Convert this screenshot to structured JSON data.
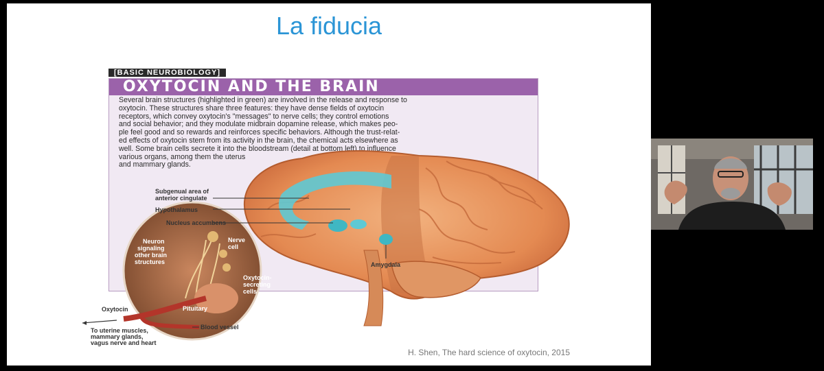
{
  "slide": {
    "title": "La fiducia",
    "caption": "H. Shen,  The hard science of oxytocin, 2015"
  },
  "figure": {
    "tag": "[BASIC NEUROBIOLOGY]",
    "headline": "OXYTOCIN AND THE BRAIN",
    "body_lines": [
      "Several brain structures (highlighted in green) are involved in the release and response to",
      "oxytocin. These structures share three features: they have dense fields of oxytocin",
      "receptors, which convey oxytocin's \"messages\" to nerve cells; they control emotions",
      "and social behavior; and they modulate midbrain dopamine release, which makes peo-",
      "ple feel good and so rewards and reinforces specific behaviors. Although the trust-relat-",
      "ed effects of oxytocin stem from its activity in the brain, the chemical acts elsewhere as",
      "well. Some brain cells secrete it into the bloodstream (detail at bottom left) to influence",
      "various organs, among them the uterus",
      "and mammary glands."
    ],
    "labels": {
      "subgenual": [
        "Subgenual area of",
        "anterior cingulate"
      ],
      "hypothalamus": "Hypothalamus",
      "nucleus_accumbens": "Nucleus accumbens",
      "amygdala": "Amygdala",
      "neuron": [
        "Neuron",
        "signaling",
        "other brain",
        "structures"
      ],
      "nerve_cell": [
        "Nerve",
        "cell"
      ],
      "oxytocin_secreting": [
        "Oxytocin-",
        "secreting",
        "cells"
      ],
      "pituitary": "Pituitary",
      "oxytocin": "Oxytocin",
      "blood_vessel": "Blood vessel",
      "to_uterine": [
        "To uterine muscles,",
        "mammary glands,",
        "vagus nerve and heart"
      ]
    }
  },
  "colors": {
    "title": "#2b95d6",
    "headline_bar": "#9b62aa",
    "panel_bg": "#f1e9f3",
    "brain": "#e9935c",
    "highlight": "#5ec9d4"
  },
  "icons": {
    "brain": "brain-illustration",
    "neuron_detail": "neuron-magnifier-illustration",
    "presenter": "presenter-video"
  }
}
